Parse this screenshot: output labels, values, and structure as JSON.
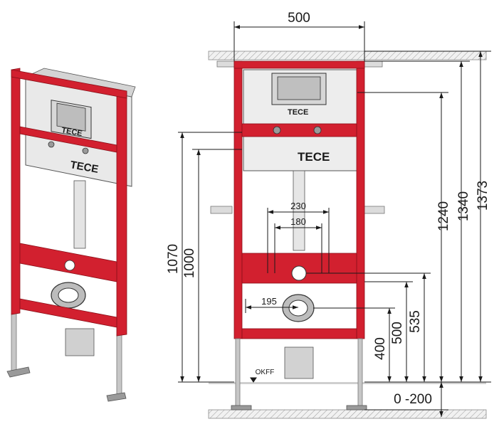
{
  "brand": "TECE",
  "floor_label": "OKFF",
  "dimensions": {
    "width": "500",
    "height_1373": "1373",
    "height_1340": "1340",
    "height_1240": "1240",
    "height_1070": "1070",
    "height_1000": "1000",
    "spacing_230": "230",
    "spacing_180": "180",
    "offset_195": "195",
    "height_535": "535",
    "height_500": "500",
    "height_400": "400",
    "foot_range": "0 -200"
  },
  "colors": {
    "frame_red": "#d2202f",
    "line": "#1a1a1a",
    "grey": "#b9b9b9"
  }
}
